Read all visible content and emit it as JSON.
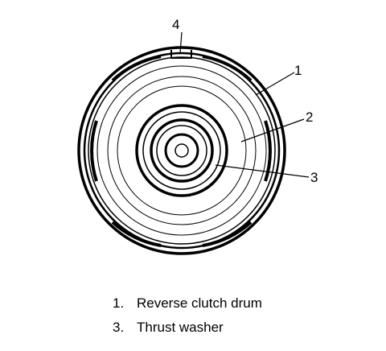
{
  "diagram": {
    "callouts": [
      {
        "number": "4"
      },
      {
        "number": "1"
      },
      {
        "number": "2"
      },
      {
        "number": "3"
      }
    ]
  },
  "legend": {
    "items": [
      {
        "number": "1.",
        "label": "Reverse clutch drum"
      },
      {
        "number": "3.",
        "label": "Thrust washer"
      }
    ]
  },
  "colors": {
    "line": "#000000",
    "background": "#ffffff"
  }
}
